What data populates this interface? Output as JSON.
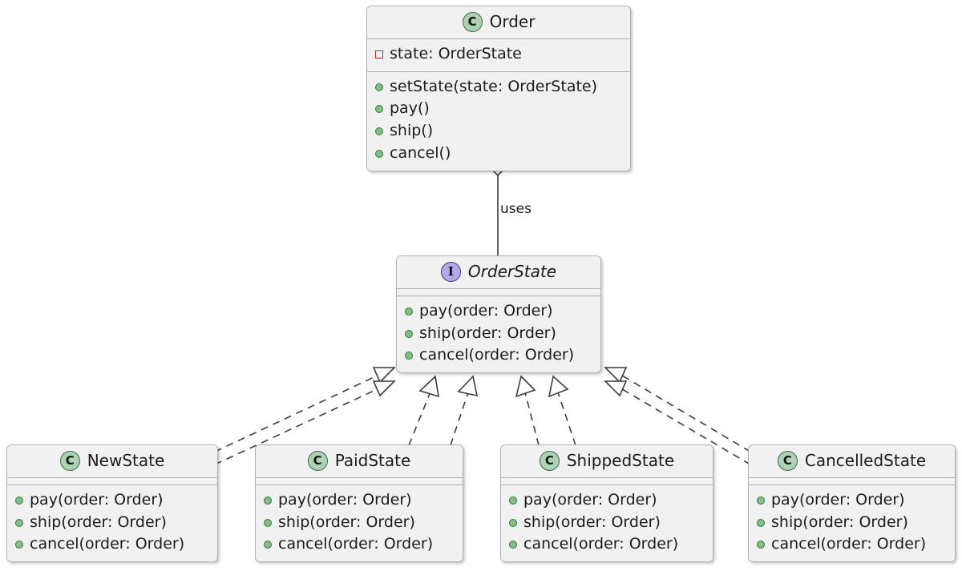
{
  "diagram": {
    "kind": "uml-class-diagram",
    "background": "#ffffff",
    "node_fill": "#f1f1f1",
    "node_border": "#b0b0b0",
    "edge_color": "#3c3c3c",
    "class_badge_color": "#add1b2",
    "interface_badge_color": "#b4a7e5",
    "public_marker_color": "#84bd84",
    "private_marker_color": "#c82828"
  },
  "nodes": {
    "order": {
      "badge": "C",
      "badge_kind": "class-badge-icon",
      "name": "Order",
      "attributes": [
        {
          "visibility": "private",
          "text": "state: OrderState"
        }
      ],
      "methods": [
        {
          "visibility": "public",
          "text": "setState(state: OrderState)"
        },
        {
          "visibility": "public",
          "text": "pay()"
        },
        {
          "visibility": "public",
          "text": "ship()"
        },
        {
          "visibility": "public",
          "text": "cancel()"
        }
      ]
    },
    "order_state": {
      "badge": "I",
      "badge_kind": "interface-badge-icon",
      "name": "OrderState",
      "attributes": [],
      "methods": [
        {
          "visibility": "public",
          "text": "pay(order: Order)"
        },
        {
          "visibility": "public",
          "text": "ship(order: Order)"
        },
        {
          "visibility": "public",
          "text": "cancel(order: Order)"
        }
      ]
    },
    "new_state": {
      "badge": "C",
      "badge_kind": "class-badge-icon",
      "name": "NewState",
      "attributes": [],
      "methods": [
        {
          "visibility": "public",
          "text": "pay(order: Order)"
        },
        {
          "visibility": "public",
          "text": "ship(order: Order)"
        },
        {
          "visibility": "public",
          "text": "cancel(order: Order)"
        }
      ]
    },
    "paid_state": {
      "badge": "C",
      "badge_kind": "class-badge-icon",
      "name": "PaidState",
      "attributes": [],
      "methods": [
        {
          "visibility": "public",
          "text": "pay(order: Order)"
        },
        {
          "visibility": "public",
          "text": "ship(order: Order)"
        },
        {
          "visibility": "public",
          "text": "cancel(order: Order)"
        }
      ]
    },
    "shipped_state": {
      "badge": "C",
      "badge_kind": "class-badge-icon",
      "name": "ShippedState",
      "attributes": [],
      "methods": [
        {
          "visibility": "public",
          "text": "pay(order: Order)"
        },
        {
          "visibility": "public",
          "text": "ship(order: Order)"
        },
        {
          "visibility": "public",
          "text": "cancel(order: Order)"
        }
      ]
    },
    "cancelled_state": {
      "badge": "C",
      "badge_kind": "class-badge-icon",
      "name": "CancelledState",
      "attributes": [],
      "methods": [
        {
          "visibility": "public",
          "text": "pay(order: Order)"
        },
        {
          "visibility": "public",
          "text": "ship(order: Order)"
        },
        {
          "visibility": "public",
          "text": "cancel(order: Order)"
        }
      ]
    }
  },
  "edges": {
    "uses": {
      "label": "uses",
      "from": "Order",
      "to": "OrderState",
      "type": "aggregation"
    },
    "realizations": [
      {
        "from": "NewState",
        "to": "OrderState",
        "type": "realization"
      },
      {
        "from": "PaidState",
        "to": "OrderState",
        "type": "realization"
      },
      {
        "from": "ShippedState",
        "to": "OrderState",
        "type": "realization"
      },
      {
        "from": "CancelledState",
        "to": "OrderState",
        "type": "realization"
      }
    ]
  }
}
